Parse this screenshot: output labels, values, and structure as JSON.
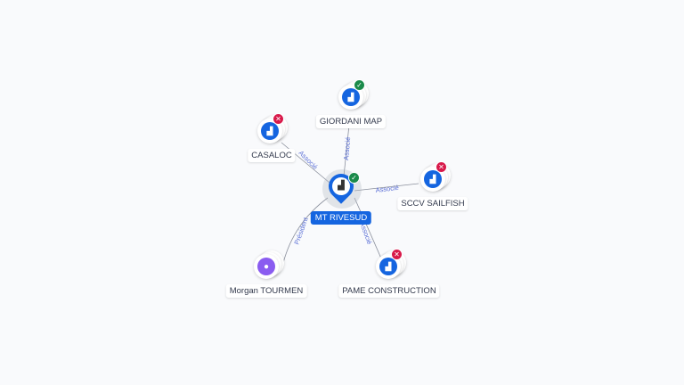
{
  "center": {
    "name": "MT RIVESUD",
    "status": "active"
  },
  "nodes": [
    {
      "name": "GIORDANI MAP",
      "type": "company",
      "status": "active",
      "relation": "Associé"
    },
    {
      "name": "CASALOC",
      "type": "company",
      "status": "closed",
      "relation": "Associé"
    },
    {
      "name": "SCCV SAILFISH",
      "type": "company",
      "status": "closed",
      "relation": "Associé"
    },
    {
      "name": "Morgan TOURMEN",
      "type": "person",
      "relation": "Président"
    },
    {
      "name": "PAME CONSTRUCTION",
      "type": "company",
      "status": "closed",
      "relation": "Associé"
    }
  ],
  "colors": {
    "company": "#1565e0",
    "person": "#8a5cf0",
    "active": "#1a8a4a",
    "closed": "#d8194a",
    "edge_label": "#5b6fd6"
  }
}
